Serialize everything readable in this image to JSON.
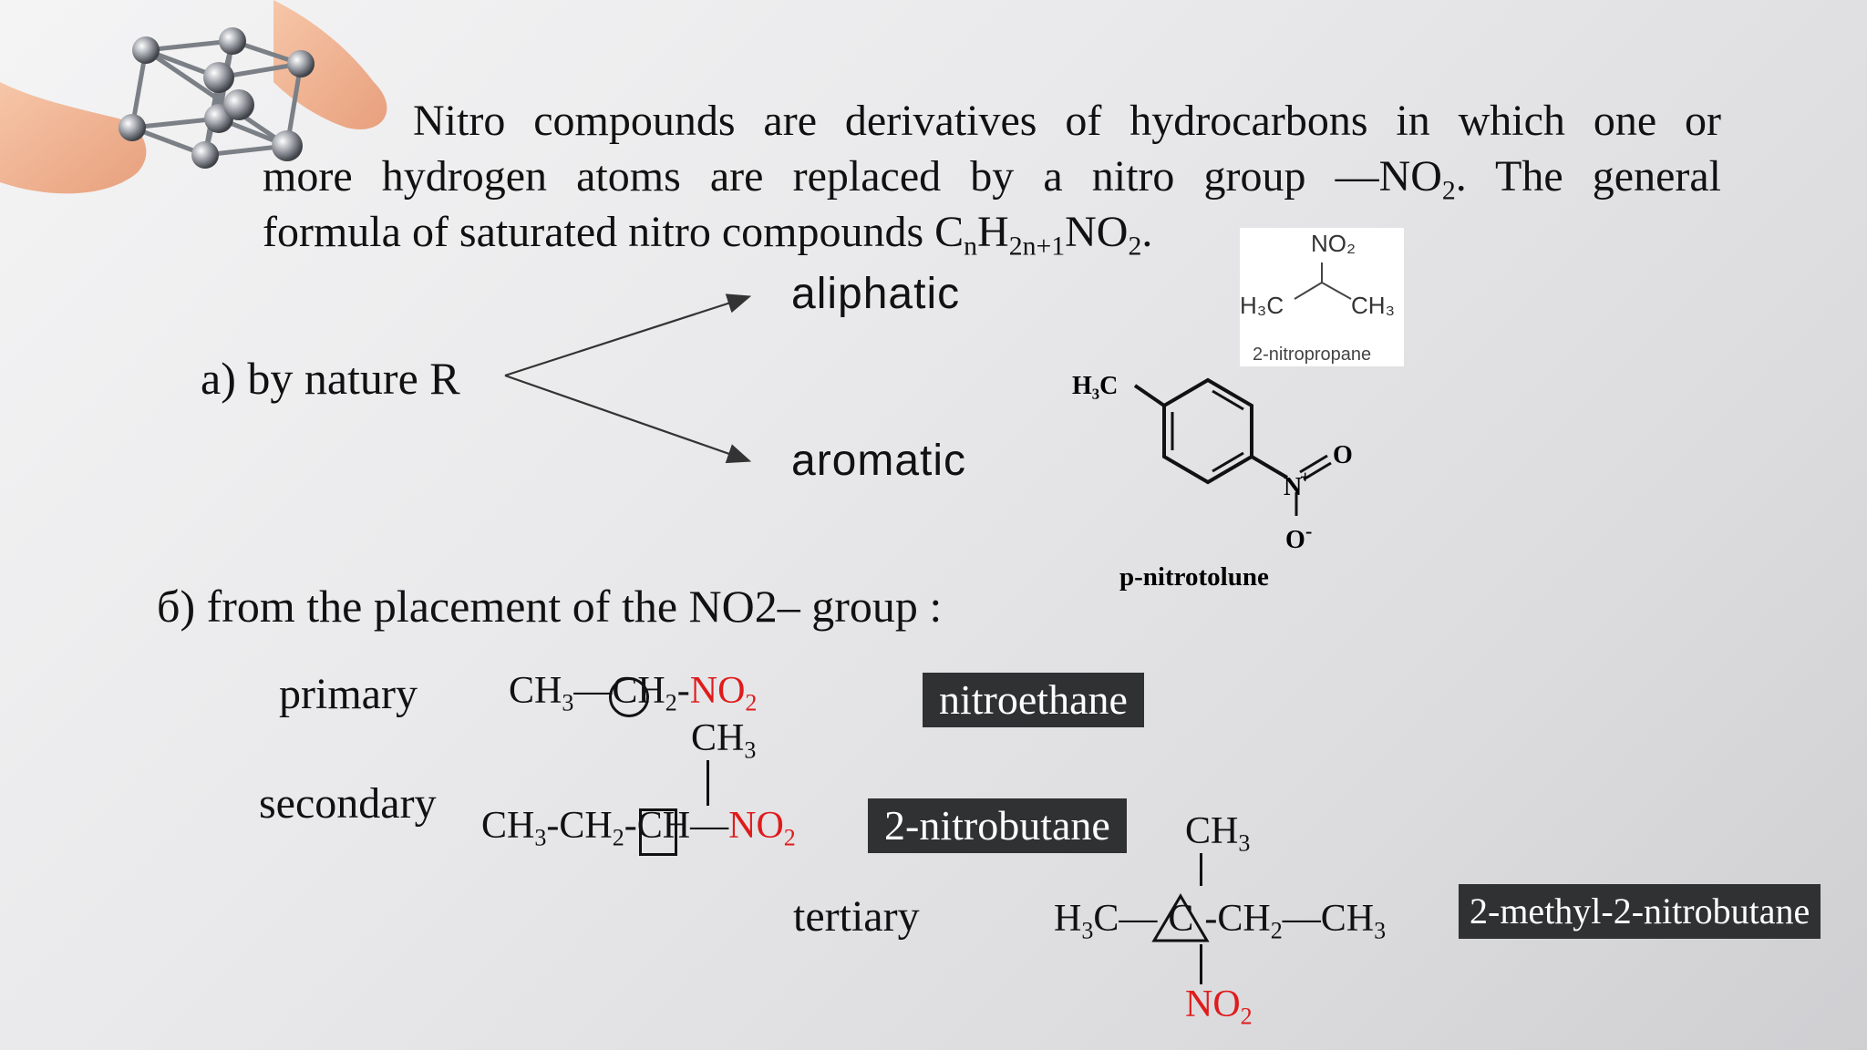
{
  "intro": {
    "line1": "Nitro compounds are derivatives of hydrocarbons in which one or",
    "line2_a": "more hydrogen atoms are replaced by a nitro group —NO",
    "line2_sub": "2",
    "line2_b": ". The general",
    "line3_a": "formula of saturated nitro compounds C",
    "line3_sub1": "n",
    "line3_b": "H",
    "line3_sub2": "2n+1",
    "line3_c": "NO",
    "line3_sub3": "2",
    "line3_d": "."
  },
  "classification_a": {
    "label": "a) by nature R",
    "branch_top": "aliphatic",
    "branch_bottom": "aromatic"
  },
  "nitropropane": {
    "no2": "NO₂",
    "left": "H₃C",
    "right": "CH₃",
    "caption": "2-nitropropane"
  },
  "nitrotoluene": {
    "h3c": "H₃C",
    "n": "N",
    "n_charge": "+",
    "o_top": "O",
    "o_bottom": "O",
    "o_charge": "-",
    "caption": "p-nitrotolune"
  },
  "classification_b": {
    "label": "б) from the placement of the NO2– group :"
  },
  "primary": {
    "label": "primary",
    "f1": "CH",
    "f1_sub": "3",
    "dash": "—",
    "f2": "CH",
    "f2_sub": "2",
    "dash2": "-",
    "no2": "NO",
    "no2_sub": "2",
    "name": "nitroethane"
  },
  "secondary": {
    "label": "secondary",
    "top": "CH",
    "top_sub": "3",
    "f1": "CH",
    "f1_sub": "3",
    "dash1": "-",
    "f2": "CH",
    "f2_sub": "2",
    "dash2": "-",
    "f3": "CH",
    "dash3": "—",
    "no2": "NO",
    "no2_sub": "2",
    "name": "2-nitrobutane"
  },
  "tertiary": {
    "label": "tertiary",
    "top": "CH",
    "top_sub": "3",
    "left": "H",
    "left_sub": "3",
    "left_c": "C",
    "dash1": "—",
    "center": "C",
    "dash2": "-",
    "f2": "CH",
    "f2_sub": "2",
    "dash3": "—",
    "f3": "CH",
    "f3_sub": "3",
    "no2": "NO",
    "no2_sub": "2",
    "name": "2-methyl-2-nitrobutane"
  },
  "colors": {
    "nitro": "#e01b1b",
    "label_bg": "#2f3133"
  }
}
